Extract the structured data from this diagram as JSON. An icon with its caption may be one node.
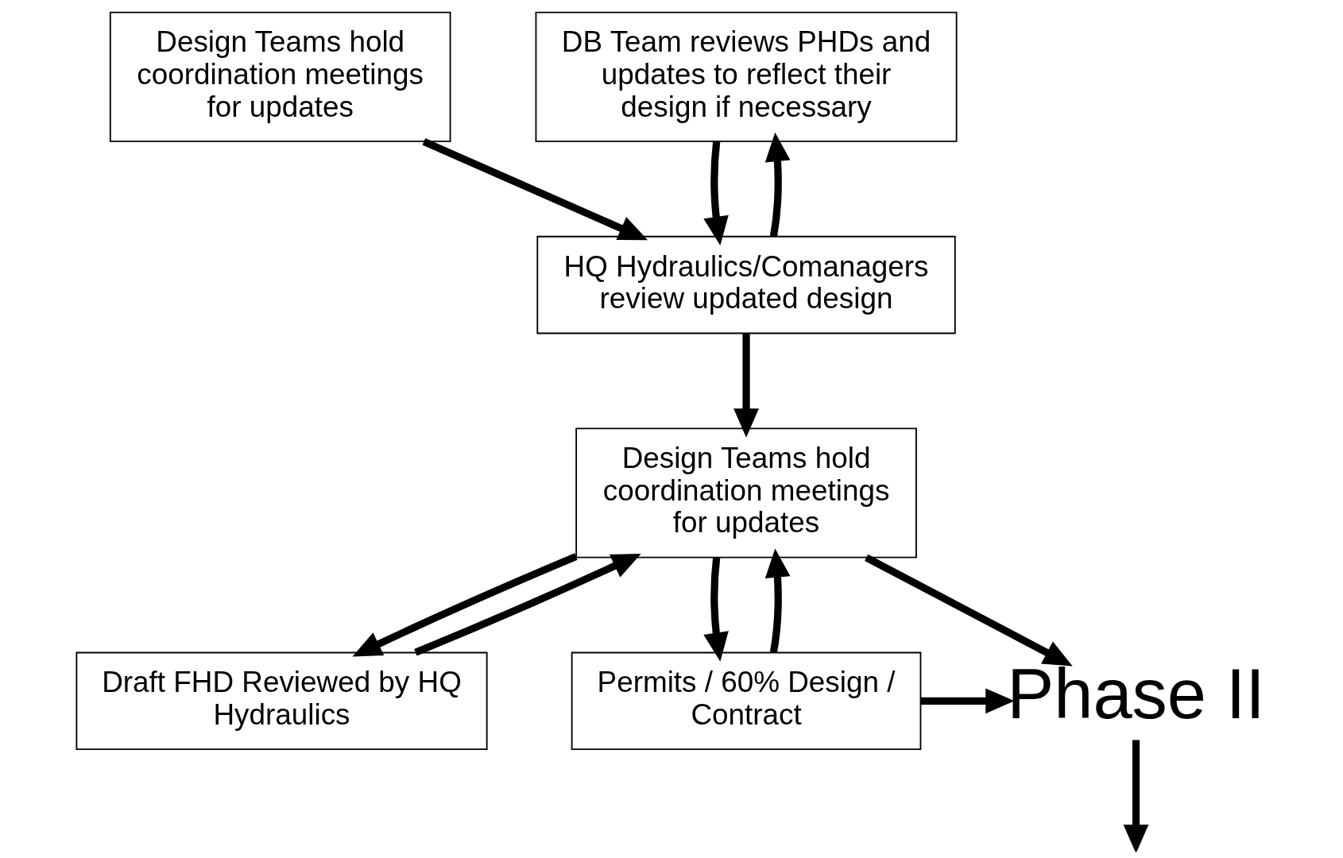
{
  "diagram": {
    "nodes": [
      {
        "text": [
          "Design Teams hold coordination meetings for updates"
        ]
      },
      {
        "text": [
          "DB Team reviews PHDs and updates to reflect their design if necessary"
        ]
      },
      {
        "text": [
          "HQ Hydraulics/Comanagers review updated design"
        ]
      },
      {
        "text": [
          "Design Teams hold coordination meetings for updates"
        ]
      },
      {
        "text": [
          "Draft FHD Reviewed by HQ Hydraulics"
        ]
      },
      {
        "text": [
          "Phase II"
        ]
      },
      {
        "text": [
          "Permits / 60% Design / Contract"
        ]
      }
    ],
    "edges": [
      {
        "from": 0,
        "to": 2,
        "arrow": "to"
      },
      {
        "from": 1,
        "to": 2,
        "arrow": "to"
      },
      {
        "from": 2,
        "to": 1,
        "arrow": "to"
      },
      {
        "from": 2,
        "to": 3,
        "arrow": "to"
      },
      {
        "from": 4,
        "to": 3,
        "arrow": "to"
      },
      {
        "from": 3,
        "to": 4,
        "arrow": "to"
      },
      {
        "from": 3,
        "to": 6,
        "arrow": "to"
      },
      {
        "from": 6,
        "to": 3,
        "arrow": "to"
      },
      {
        "from": 3,
        "to": 5,
        "arrow": "to"
      },
      {
        "from": 6,
        "to": 5,
        "arrow": "to"
      },
      {
        "from": 5,
        "to": null,
        "arrow": "to"
      }
    ]
  }
}
